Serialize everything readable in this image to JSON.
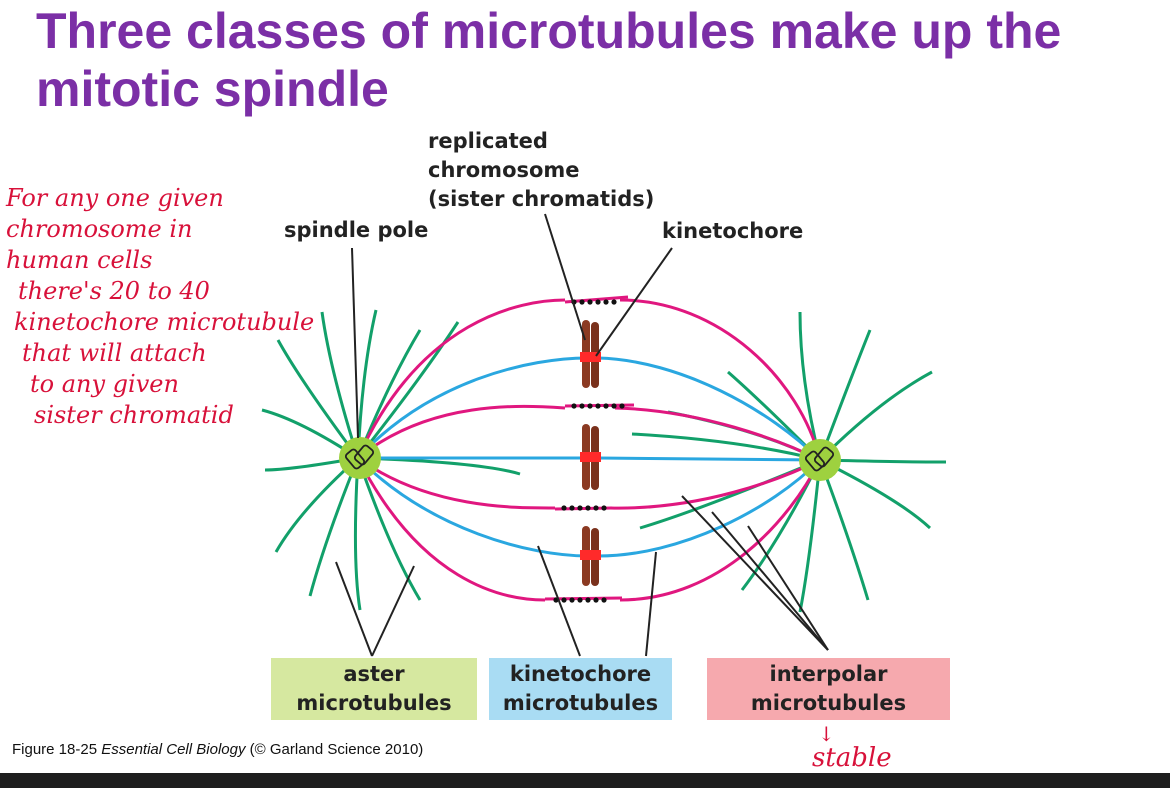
{
  "title": "Three classes of microtubules make up the mitotic spindle",
  "labels": {
    "replicated_chromosome": "replicated\nchromosome\n(sister chromatids)",
    "spindle_pole": "spindle pole",
    "kinetochore": "kinetochore"
  },
  "boxes": {
    "aster": "aster\nmicrotubules",
    "kinetochore": "kinetochore\nmicrotubules",
    "interpolar": "interpolar\nmicrotubules"
  },
  "caption": {
    "prefix": "Figure 18-25 ",
    "book": "Essential Cell Biology",
    "suffix": " (© Garland Science 2010)"
  },
  "handwritten_note": {
    "lines": [
      "For any one given",
      "chromosome in",
      "human cells",
      "there's 20 to 40",
      "kinetochore microtubule",
      "that will attach",
      "to any given",
      "sister chromatid"
    ]
  },
  "handwritten_stable": {
    "arrow": "↓",
    "text": "stable"
  },
  "colors": {
    "title": "#7b2fa6",
    "aster_mt": "#12a06a",
    "kinetochore_mt": "#2aa7e0",
    "interpolar_mt": "#e0177f",
    "chromosome": "#8b3a22",
    "kinetochore": "#ff2a2a",
    "pole": "#9ed13f",
    "aster_box": "#d6e8a0",
    "kinetochore_box": "#a9dcf3",
    "interpolar_box": "#f6a9ae",
    "annotation": "#d8113a"
  }
}
